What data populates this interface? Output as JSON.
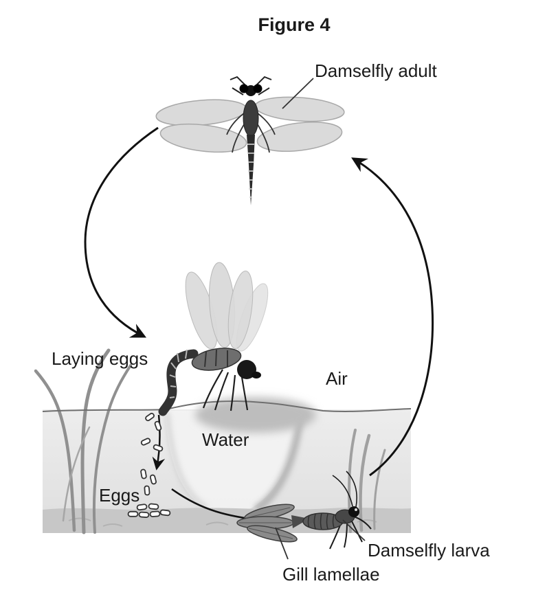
{
  "figure_title": "Figure 4",
  "labels": {
    "adult": "Damselfly adult",
    "laying_eggs": "Laying eggs",
    "air": "Air",
    "water": "Water",
    "eggs": "Eggs",
    "larva": "Damselfly larva",
    "gill_lamellae": "Gill lamellae"
  },
  "diagram": {
    "type": "life-cycle",
    "subject": "Damselfly",
    "zones": [
      "Air",
      "Water"
    ],
    "flow": [
      {
        "from": "Damselfly adult",
        "to": "Laying eggs"
      },
      {
        "from": "Laying eggs",
        "to": "Eggs"
      },
      {
        "from": "Eggs",
        "to": "Damselfly larva"
      },
      {
        "from": "Damselfly larva",
        "to": "Damselfly adult"
      }
    ]
  },
  "colors": {
    "background": "#ffffff",
    "text": "#1a1a1a",
    "arrow": "#111111",
    "water_fill": "#e9e9e9",
    "sediment_fill": "#c7c7c7",
    "wing_fill": "#dadada",
    "body_dark": "#2e2e2e",
    "plant_stem": "#909090"
  }
}
